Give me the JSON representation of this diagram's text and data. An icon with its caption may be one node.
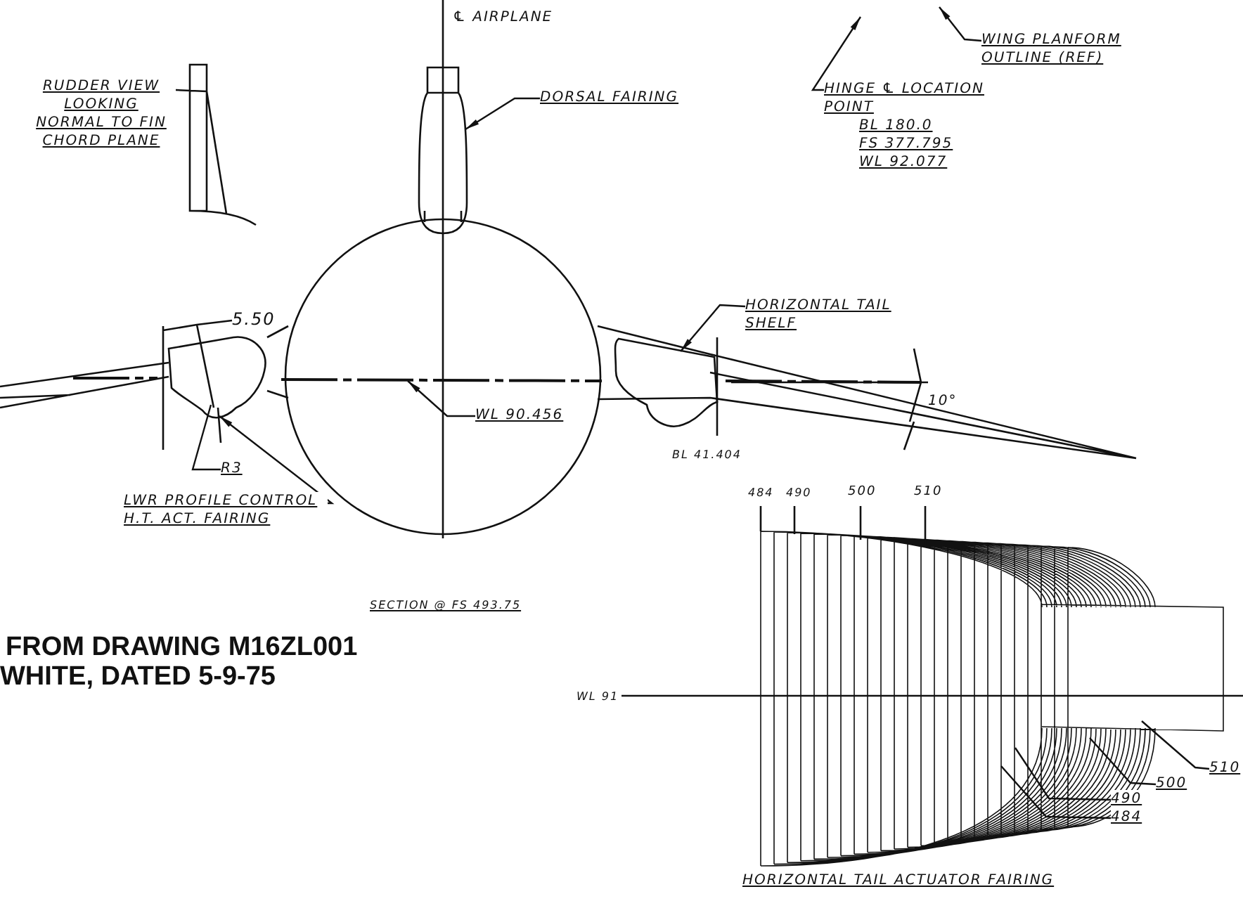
{
  "diagram": {
    "nodes": [
      {
        "text": [
          "DORSAL FAIRING"
        ]
      },
      {
        "text": [],
        "shape": "picture"
      },
      {
        "text": [
          "WING PLANFORM OUTLINE (REF)"
        ]
      },
      {
        "text": [
          "HINGE ℄ LOCATION POINT",
          "BL 180.0",
          "FS 377.795",
          "WL 92.077"
        ]
      },
      {
        "text": [
          "HORIZONTAL TAIL SHELF"
        ]
      },
      {
        "text": [],
        "shape": "picture"
      },
      {
        "text": [
          "WL 90.456"
        ]
      },
      {
        "text": [
          "LWR PROFILE CONTROL H.T. ACT. FAIRING"
        ]
      },
      {
        "text": [],
        "shape": "picture"
      },
      {
        "text": [
          "R3"
        ]
      },
      {
        "text": [
          "510"
        ]
      },
      {
        "text": [
          "500"
        ]
      },
      {
        "text": [
          "490"
        ]
      },
      {
        "text": [
          "484"
        ]
      }
    ],
    "edges": [
      {
        "from": 0,
        "to": 1,
        "arrow": "to"
      },
      {
        "from": 2,
        "to": null,
        "arrow": "to"
      },
      {
        "from": 3,
        "to": null,
        "arrow": "to"
      },
      {
        "from": 4,
        "to": 5,
        "arrow": "to"
      },
      {
        "from": 6,
        "to": null,
        "arrow": "to"
      },
      {
        "from": 7,
        "to": 8,
        "arrow": "to"
      },
      {
        "from": 9,
        "to": 8,
        "arrow": "none"
      },
      {
        "from": 10,
        "to": null,
        "arrow": "none"
      },
      {
        "from": 11,
        "to": null,
        "arrow": "none"
      },
      {
        "from": 12,
        "to": null,
        "arrow": "none"
      },
      {
        "from": 13,
        "to": null,
        "arrow": "none"
      }
    ],
    "labels": [
      "℄ AIRPLANE",
      "RUDDER VIEW LOOKING NORMAL TO FIN CHORD PLANE",
      "5.50",
      "10°",
      "BL 41.404",
      "484",
      "490",
      "500",
      "510",
      "SECTION @ FS 493.75",
      "FROM DRAWING M16ZL001",
      "WHITE, DATED 5-9-75",
      "WL 91",
      "HORIZONTAL TAIL ACTUATOR FAIRING"
    ]
  }
}
